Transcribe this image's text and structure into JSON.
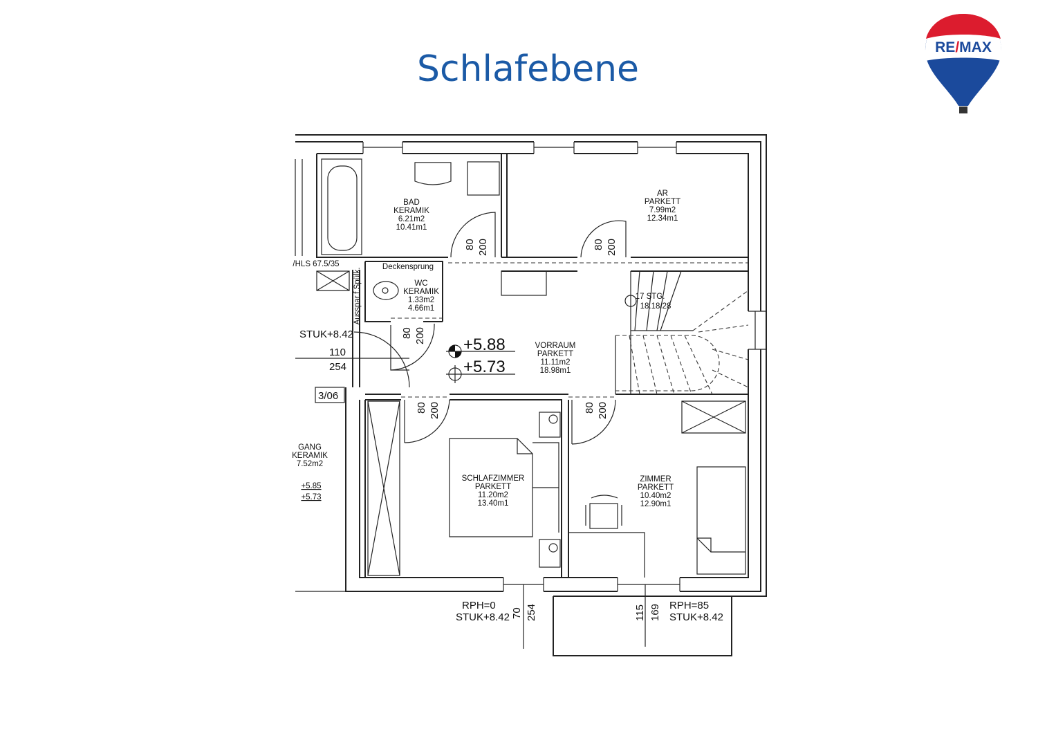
{
  "title": "Schlafebene",
  "logo": {
    "text": "RE/MAX",
    "colors": {
      "red": "#dc1c2e",
      "blue": "#1b4a9c"
    }
  },
  "accent_color": "#1b5aa6",
  "rooms": {
    "bad": {
      "name": "BAD",
      "floor": "KERAMIK",
      "area": "6.21m2",
      "perimeter": "10.41m1"
    },
    "ar": {
      "name": "AR",
      "floor": "PARKETT",
      "area": "7.99m2",
      "perimeter": "12.34m1"
    },
    "wc": {
      "name": "WC",
      "floor": "KERAMIK",
      "area": "1.33m2",
      "perimeter": "4.66m1"
    },
    "vorraum": {
      "name": "VORRAUM",
      "floor": "PARKETT",
      "area": "11.11m2",
      "perimeter": "18.98m1"
    },
    "schlafzimmer": {
      "name": "SCHLAFZIMMER",
      "floor": "PARKETT",
      "area": "11.20m2",
      "perimeter": "13.40m1"
    },
    "zimmer": {
      "name": "ZIMMER",
      "floor": "PARKETT",
      "area": "10.40m2",
      "perimeter": "12.90m1"
    },
    "gang": {
      "name": "GANG",
      "floor": "KERAMIK",
      "area": "7.52m2",
      "level_top": "+5.85",
      "level_bottom": "+5.73"
    }
  },
  "annotations": {
    "door_w": "80",
    "door_h": "200",
    "deckensprung": "Deckensprung",
    "aussparung": "Ausspar.f.Spülk.",
    "hls": "/HLS 67.5/35",
    "stairs": "17 STG.",
    "stairs_ratio": "18.18/28",
    "level_top": "+5.88",
    "level_bottom": "+5.73",
    "stuk_left": "STUK+8.42",
    "left_110": "110",
    "left_254": "254",
    "left_code": "3/06",
    "rph0": "RPH=0",
    "stuk_b1": "STUK+8.42",
    "b_70": "70",
    "b_254": "254",
    "b_115": "115",
    "b_169": "169",
    "rph85": "RPH=85",
    "stuk_b2": "STUK+8.42"
  }
}
